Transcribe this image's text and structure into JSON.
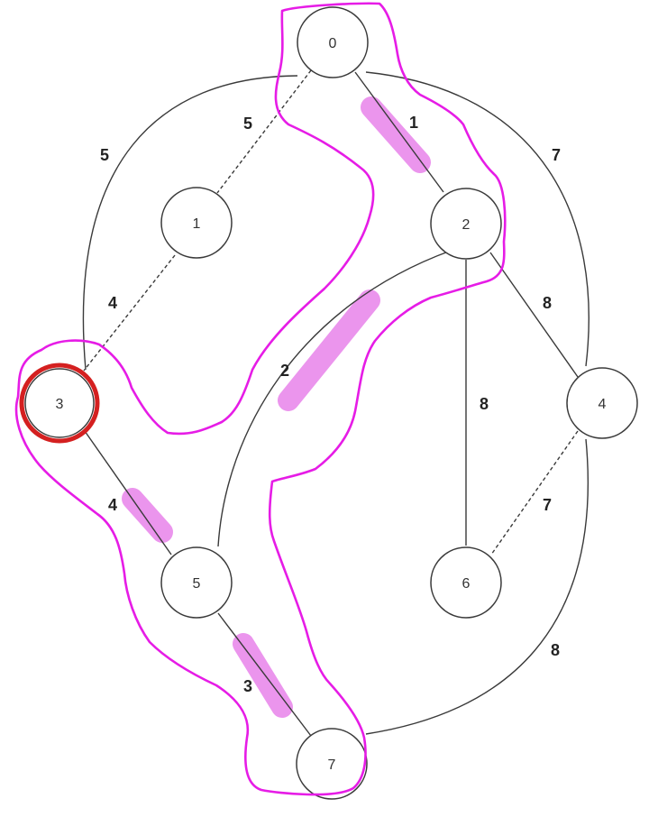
{
  "graph": {
    "nodes": [
      {
        "id": "0",
        "label": "0"
      },
      {
        "id": "1",
        "label": "1"
      },
      {
        "id": "2",
        "label": "2"
      },
      {
        "id": "3",
        "label": "3",
        "selected": true
      },
      {
        "id": "4",
        "label": "4"
      },
      {
        "id": "5",
        "label": "5"
      },
      {
        "id": "6",
        "label": "6"
      },
      {
        "id": "7",
        "label": "7"
      }
    ],
    "edges": [
      {
        "from": "0",
        "to": "1",
        "weight": "5",
        "style": "dashed"
      },
      {
        "from": "0",
        "to": "2",
        "weight": "1",
        "style": "solid",
        "highlighted": true
      },
      {
        "from": "0",
        "to": "3",
        "weight": "5",
        "style": "solid"
      },
      {
        "from": "0",
        "to": "4",
        "weight": "7",
        "style": "solid"
      },
      {
        "from": "1",
        "to": "3",
        "weight": "4",
        "style": "dashed"
      },
      {
        "from": "2",
        "to": "5",
        "weight": "2",
        "style": "solid",
        "highlighted": true
      },
      {
        "from": "2",
        "to": "4",
        "weight": "8",
        "style": "solid"
      },
      {
        "from": "2",
        "to": "6",
        "weight": "8",
        "style": "solid"
      },
      {
        "from": "3",
        "to": "5",
        "weight": "4",
        "style": "solid",
        "highlighted": true
      },
      {
        "from": "4",
        "to": "6",
        "weight": "7",
        "style": "dashed"
      },
      {
        "from": "4",
        "to": "7",
        "weight": "8",
        "style": "solid"
      },
      {
        "from": "5",
        "to": "7",
        "weight": "3",
        "style": "solid",
        "highlighted": true
      }
    ]
  },
  "colors": {
    "selected_ring": "#d42020",
    "highlight": "#e67ae8",
    "freehand": "#e61ce6",
    "edge": "#3a3a3a"
  }
}
